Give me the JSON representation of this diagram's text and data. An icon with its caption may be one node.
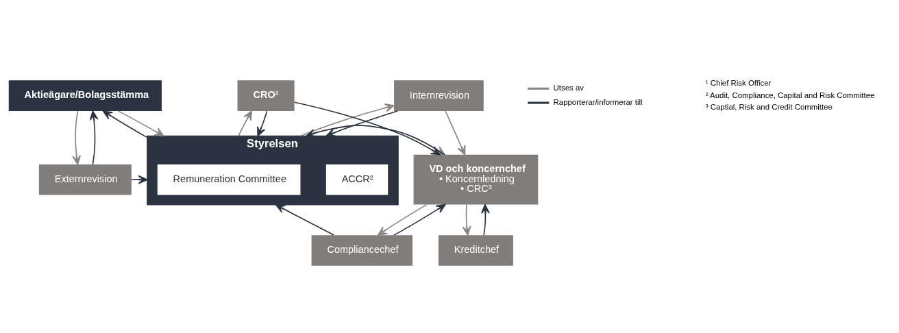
{
  "diagram": {
    "nodes": [
      {
        "text": [
          "Aktieägare/Bolagsstämma"
        ]
      },
      {
        "text": [
          "Externrevision"
        ]
      },
      {
        "text": [
          "Styrelsen"
        ]
      },
      {
        "text": [
          "ACCR²"
        ],
        "in": 2
      },
      {
        "text": [
          "Remuneration Committee"
        ],
        "in": 2
      },
      {
        "text": [
          "Internrevision"
        ]
      },
      {
        "text": [
          "CRO¹"
        ]
      },
      {
        "text": [
          "Compliancechef"
        ]
      },
      {
        "text": [
          "VD och koncernchef",
          "• Koncernledning",
          "• CRC³"
        ]
      },
      {
        "text": [
          "Kreditchef"
        ]
      }
    ],
    "edges": [
      {
        "from": 0,
        "to": 1,
        "arrow": "to",
        "color": "#8a8683"
      },
      {
        "from": 1,
        "to": 0,
        "arrow": "to"
      },
      {
        "from": 0,
        "to": 2,
        "arrow": "to",
        "color": "#8a8683"
      },
      {
        "from": 2,
        "to": 0,
        "arrow": "to"
      },
      {
        "from": 1,
        "to": 2,
        "arrow": "to"
      },
      {
        "from": 2,
        "to": 5,
        "arrow": "to",
        "color": "#8a8683"
      },
      {
        "from": 5,
        "to": 2,
        "arrow": "to"
      },
      {
        "from": 2,
        "to": 6,
        "arrow": "to",
        "color": "#8a8683"
      },
      {
        "from": 6,
        "to": 2,
        "arrow": "to"
      },
      {
        "from": 7,
        "to": 2,
        "arrow": "to"
      },
      {
        "from": 2,
        "to": 8,
        "arrow": "to",
        "color": "#8a8683"
      },
      {
        "from": 8,
        "to": 2,
        "arrow": "to"
      },
      {
        "from": 6,
        "to": 8,
        "arrow": "to"
      },
      {
        "from": 8,
        "to": 9,
        "arrow": "to",
        "color": "#8a8683"
      },
      {
        "from": 9,
        "to": 8,
        "arrow": "to"
      },
      {
        "from": 8,
        "to": 7,
        "arrow": "to",
        "color": "#8a8683"
      },
      {
        "from": 7,
        "to": 8,
        "arrow": "to"
      },
      {
        "from": 5,
        "to": 8,
        "arrow": "to",
        "color": "#8a8683"
      }
    ],
    "labels": [
      "¹ Chief Risk Officer",
      "² Audit, Compliance, Capital and Risk Committee",
      "³ Captial, Risk and Credit Committee"
    ],
    "legend": [
      {
        "text": "Utses av",
        "color": "#8a8683"
      },
      {
        "text": "Rapporterar/informerar till",
        "color": "#2d3441"
      }
    ]
  }
}
